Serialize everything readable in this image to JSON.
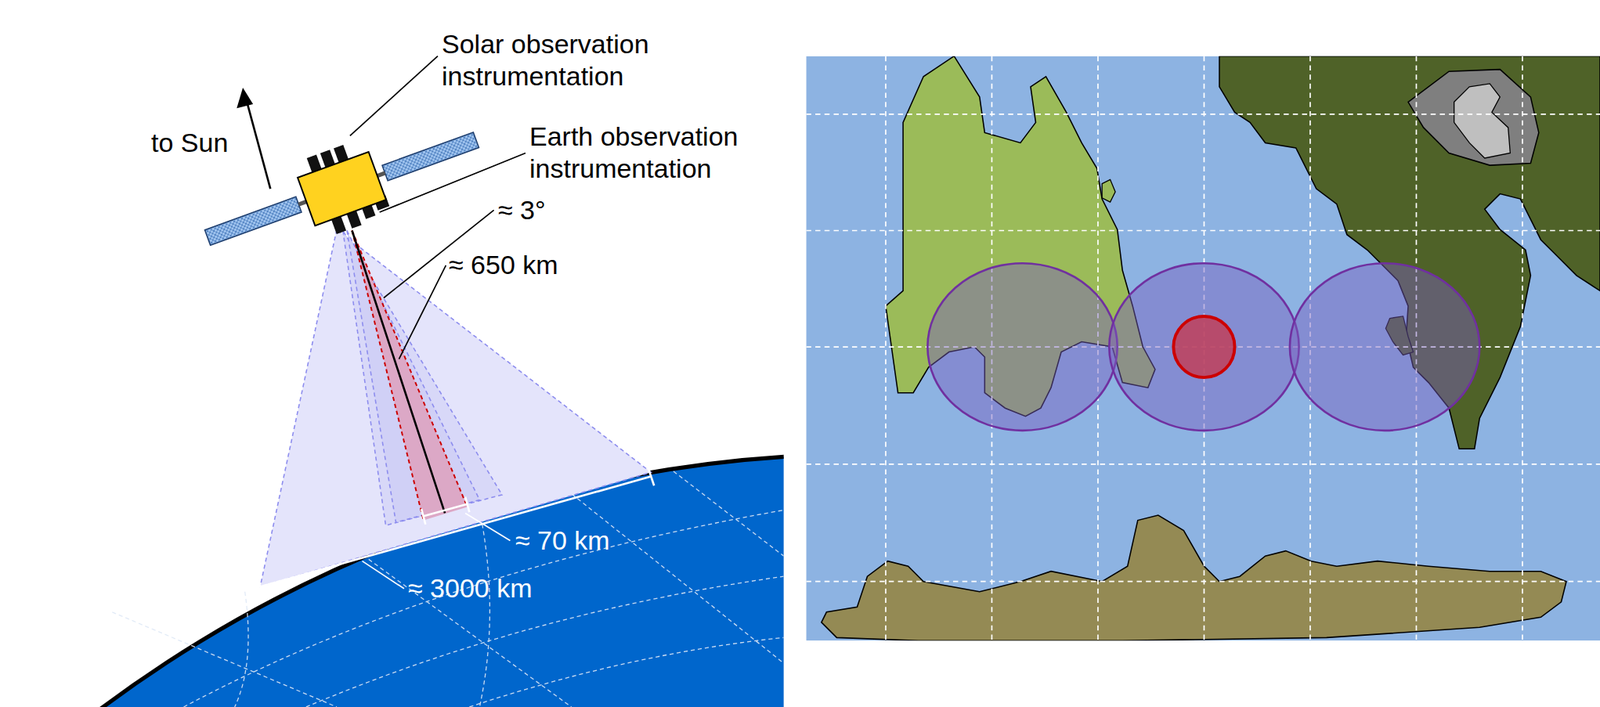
{
  "diagram": {
    "labels": [
      "to Sun",
      "Solar observation instrumentation",
      "Earth observation instrumentation",
      "≈ 3°",
      "≈ 650 km",
      "≈ 70 km",
      "≈ 3000 km"
    ]
  }
}
